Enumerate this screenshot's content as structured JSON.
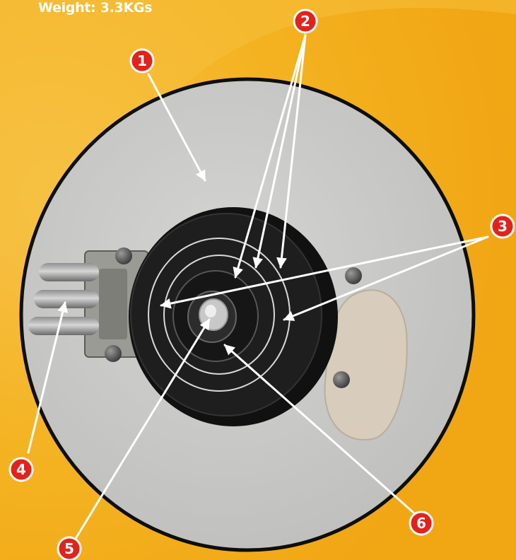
{
  "header": {
    "weight_text": "Weight: 3.3KGs"
  },
  "callouts": [
    {
      "number": "1"
    },
    {
      "number": "2"
    },
    {
      "number": "3"
    },
    {
      "number": "4"
    },
    {
      "number": "5"
    },
    {
      "number": "6"
    }
  ],
  "colors": {
    "background": "#f5b21c",
    "disc": "#c9c9c7",
    "disc_rim": "#111111",
    "hub": "#1a1a1a",
    "callout_badge": "#e2221c",
    "arrow": "#ffffff"
  }
}
